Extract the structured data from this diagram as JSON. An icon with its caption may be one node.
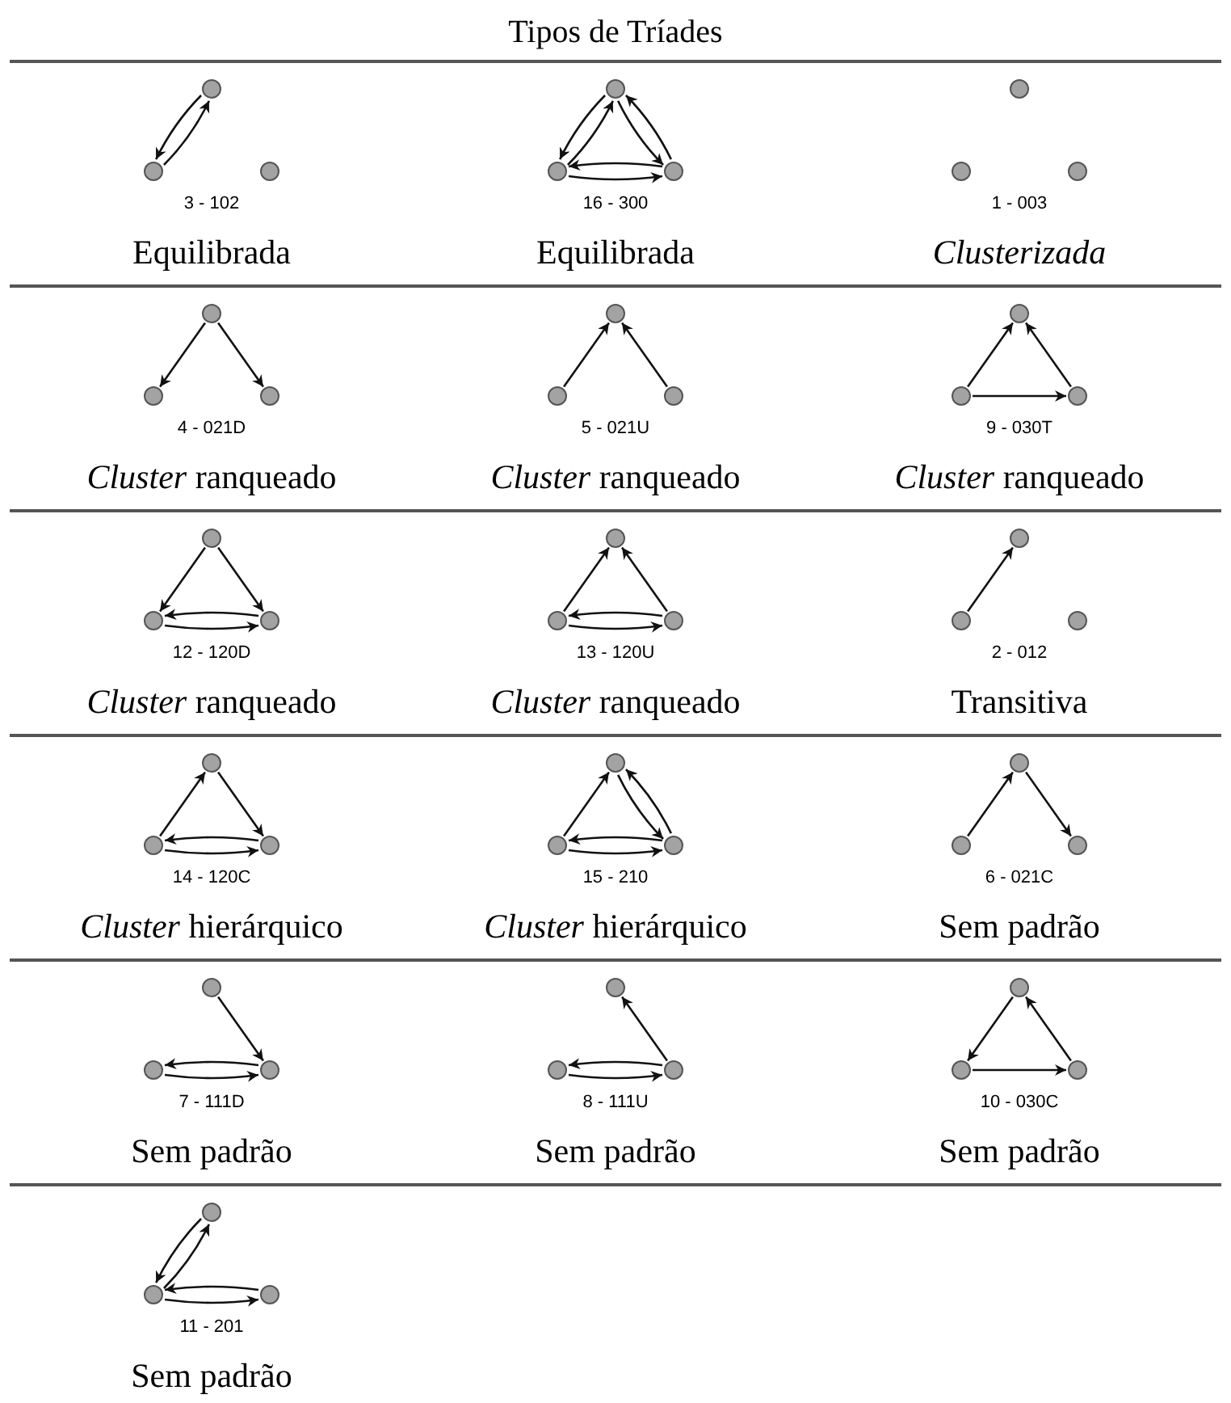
{
  "diagram": {
    "title": "Tipos de Tríades",
    "nodes": [
      {
        "text": [],
        "shape": "circle"
      },
      {
        "text": [],
        "shape": "circle"
      },
      {
        "text": [],
        "shape": "circle"
      },
      {
        "text": [],
        "shape": "circle"
      },
      {
        "text": [],
        "shape": "circle"
      },
      {
        "text": [],
        "shape": "circle"
      },
      {
        "text": [],
        "shape": "circle"
      },
      {
        "text": [],
        "shape": "circle"
      },
      {
        "text": [],
        "shape": "circle"
      },
      {
        "text": [],
        "shape": "circle"
      },
      {
        "text": [],
        "shape": "circle"
      },
      {
        "text": [],
        "shape": "circle"
      },
      {
        "text": [],
        "shape": "circle"
      },
      {
        "text": [],
        "shape": "circle"
      },
      {
        "text": [],
        "shape": "circle"
      },
      {
        "text": [],
        "shape": "circle"
      },
      {
        "text": [],
        "shape": "circle"
      },
      {
        "text": [],
        "shape": "circle"
      },
      {
        "text": [],
        "shape": "circle"
      },
      {
        "text": [],
        "shape": "circle"
      },
      {
        "text": [],
        "shape": "circle"
      },
      {
        "text": [],
        "shape": "circle"
      },
      {
        "text": [],
        "shape": "circle"
      },
      {
        "text": [],
        "shape": "circle"
      },
      {
        "text": [],
        "shape": "circle"
      },
      {
        "text": [],
        "shape": "circle"
      },
      {
        "text": [],
        "shape": "circle"
      },
      {
        "text": [],
        "shape": "circle"
      },
      {
        "text": [],
        "shape": "circle"
      },
      {
        "text": [],
        "shape": "circle"
      },
      {
        "text": [],
        "shape": "circle"
      },
      {
        "text": [],
        "shape": "circle"
      },
      {
        "text": [],
        "shape": "circle"
      },
      {
        "text": [],
        "shape": "circle"
      },
      {
        "text": [],
        "shape": "circle"
      },
      {
        "text": [],
        "shape": "circle"
      },
      {
        "text": [],
        "shape": "circle"
      },
      {
        "text": [],
        "shape": "circle"
      },
      {
        "text": [],
        "shape": "circle"
      },
      {
        "text": [],
        "shape": "circle"
      },
      {
        "text": [],
        "shape": "circle"
      },
      {
        "text": [],
        "shape": "circle"
      },
      {
        "text": [],
        "shape": "circle"
      },
      {
        "text": [],
        "shape": "circle"
      },
      {
        "text": [],
        "shape": "circle"
      },
      {
        "text": [],
        "shape": "circle"
      },
      {
        "text": [],
        "shape": "circle"
      },
      {
        "text": [],
        "shape": "circle"
      }
    ],
    "edges": [
      {
        "from": 0,
        "to": 1,
        "arrow": "to"
      },
      {
        "from": 1,
        "to": 0,
        "arrow": "to"
      },
      {
        "from": 4,
        "to": 3,
        "arrow": "to"
      },
      {
        "from": 3,
        "to": 4,
        "arrow": "to"
      },
      {
        "from": 3,
        "to": 5,
        "arrow": "to"
      },
      {
        "from": 5,
        "to": 3,
        "arrow": "to"
      },
      {
        "from": 4,
        "to": 5,
        "arrow": "to"
      },
      {
        "from": 5,
        "to": 4,
        "arrow": "to"
      },
      {
        "from": 9,
        "to": 10,
        "arrow": "to"
      },
      {
        "from": 9,
        "to": 11,
        "arrow": "to"
      },
      {
        "from": 13,
        "to": 12,
        "arrow": "to"
      },
      {
        "from": 14,
        "to": 12,
        "arrow": "to"
      },
      {
        "from": 16,
        "to": 15,
        "arrow": "to"
      },
      {
        "from": 17,
        "to": 15,
        "arrow": "to"
      },
      {
        "from": 16,
        "to": 17,
        "arrow": "to"
      },
      {
        "from": 18,
        "to": 19,
        "arrow": "to"
      },
      {
        "from": 18,
        "to": 20,
        "arrow": "to"
      },
      {
        "from": 19,
        "to": 20,
        "arrow": "to"
      },
      {
        "from": 20,
        "to": 19,
        "arrow": "to"
      },
      {
        "from": 22,
        "to": 21,
        "arrow": "to"
      },
      {
        "from": 23,
        "to": 21,
        "arrow": "to"
      },
      {
        "from": 22,
        "to": 23,
        "arrow": "to"
      },
      {
        "from": 23,
        "to": 22,
        "arrow": "to"
      },
      {
        "from": 25,
        "to": 24,
        "arrow": "to"
      },
      {
        "from": 28,
        "to": 27,
        "arrow": "to"
      },
      {
        "from": 27,
        "to": 29,
        "arrow": "to"
      },
      {
        "from": 28,
        "to": 29,
        "arrow": "to"
      },
      {
        "from": 29,
        "to": 28,
        "arrow": "to"
      },
      {
        "from": 31,
        "to": 30,
        "arrow": "to"
      },
      {
        "from": 30,
        "to": 32,
        "arrow": "to"
      },
      {
        "from": 32,
        "to": 30,
        "arrow": "to"
      },
      {
        "from": 31,
        "to": 32,
        "arrow": "to"
      },
      {
        "from": 32,
        "to": 31,
        "arrow": "to"
      },
      {
        "from": 34,
        "to": 33,
        "arrow": "to"
      },
      {
        "from": 33,
        "to": 35,
        "arrow": "to"
      },
      {
        "from": 36,
        "to": 38,
        "arrow": "to"
      },
      {
        "from": 37,
        "to": 38,
        "arrow": "to"
      },
      {
        "from": 38,
        "to": 37,
        "arrow": "to"
      },
      {
        "from": 41,
        "to": 39,
        "arrow": "to"
      },
      {
        "from": 40,
        "to": 41,
        "arrow": "to"
      },
      {
        "from": 41,
        "to": 40,
        "arrow": "to"
      },
      {
        "from": 42,
        "to": 43,
        "arrow": "to"
      },
      {
        "from": 43,
        "to": 44,
        "arrow": "to"
      },
      {
        "from": 44,
        "to": 42,
        "arrow": "to"
      },
      {
        "from": 45,
        "to": 46,
        "arrow": "to"
      },
      {
        "from": 46,
        "to": 45,
        "arrow": "to"
      },
      {
        "from": 46,
        "to": 47,
        "arrow": "to"
      },
      {
        "from": 47,
        "to": 46,
        "arrow": "to"
      }
    ],
    "labels": [
      "3 - 102",
      "Equilibrada",
      "16 - 300",
      "Equilibrada",
      "1 - 003",
      "*Clusterizada*",
      "4 - 021D",
      "*Cluster* ranqueado",
      "5 - 021U",
      "*Cluster* ranqueado",
      "9 - 030T",
      "*Cluster* ranqueado",
      "12 - 120D",
      "*Cluster* ranqueado",
      "13 - 120U",
      "*Cluster* ranqueado",
      "2 - 012",
      "Transitiva",
      "14 - 120C",
      "*Cluster* hierárquico",
      "15 - 210",
      "*Cluster* hierárquico",
      "6 - 021C",
      "Sem padrão",
      "7 - 111D",
      "Sem padrão",
      "8 - 111U",
      "Sem padrão",
      "10 - 030C",
      "Sem padrão",
      "11 - 201",
      "Sem padrão"
    ]
  }
}
